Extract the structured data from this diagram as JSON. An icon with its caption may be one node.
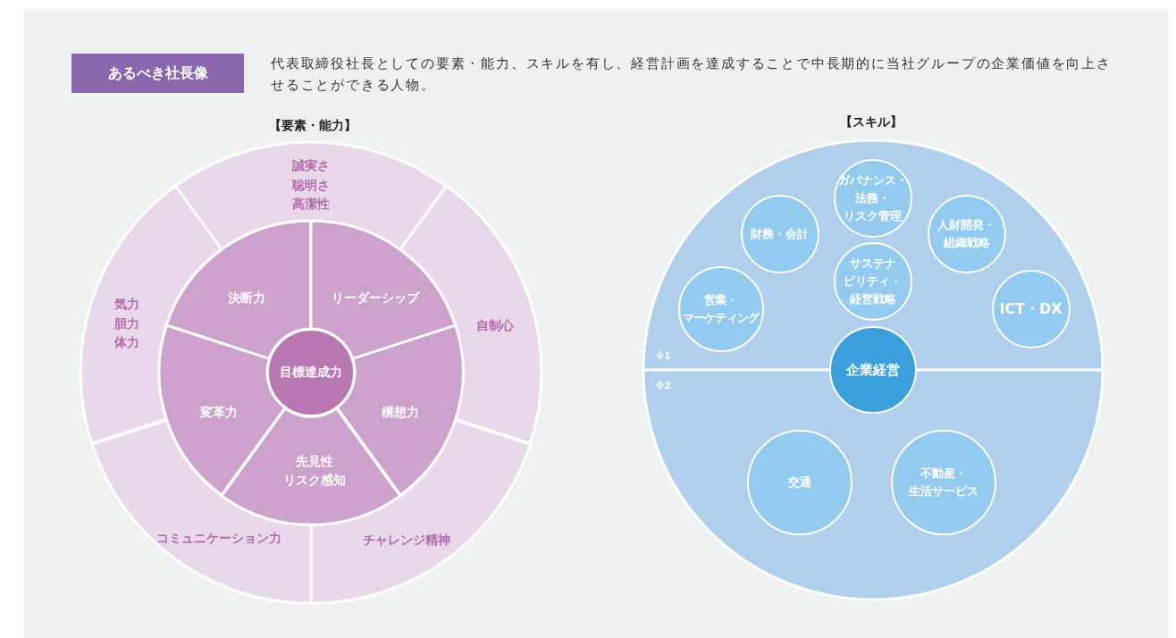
{
  "diagram": {
    "nodes": [
      {
        "text": [
          "あるべき社長像"
        ]
      },
      {
        "text": [
          "誠実さ聡明さ高潔性"
        ]
      },
      {
        "text": [
          "自制心"
        ]
      },
      {
        "text": [
          "チャレンジ精神"
        ]
      },
      {
        "text": [
          "コミュニケーション力"
        ]
      },
      {
        "text": [
          "気力胆力体力"
        ]
      },
      {
        "text": [
          "決断力"
        ]
      },
      {
        "text": [
          "リーダーシップ"
        ]
      },
      {
        "text": [
          "変革力"
        ]
      },
      {
        "text": [
          "構想力"
        ]
      },
      {
        "text": [
          "先見性リスク感知"
        ]
      },
      {
        "text": [
          "目標達成力"
        ]
      },
      {
        "text": [
          "※1"
        ]
      },
      {
        "text": [
          "ガバナンス・法務・リスク管理"
        ],
        "in": 12
      },
      {
        "text": [
          "財務・会計"
        ],
        "in": 12
      },
      {
        "text": [
          "人財開発・組織戦略"
        ],
        "in": 12
      },
      {
        "text": [
          "サステナビリティ・経営戦略"
        ],
        "in": 12
      },
      {
        "text": [
          "営業・マーケティング"
        ],
        "in": 12
      },
      {
        "text": [
          "ICT・DX"
        ],
        "in": 12
      },
      {
        "text": [
          "企業経営"
        ]
      },
      {
        "text": [
          "※2"
        ]
      },
      {
        "text": [
          "交通"
        ],
        "in": 20
      },
      {
        "text": [
          "不動産・生活サービス"
        ],
        "in": 20
      }
    ],
    "labels": [
      "代表取締役社長としての要素・能力、スキルを有し、経営計画を達成することで中長期的に当社グループの企業価値を向上させることができる人物。",
      "【要素・能力】",
      "【スキル】"
    ]
  }
}
